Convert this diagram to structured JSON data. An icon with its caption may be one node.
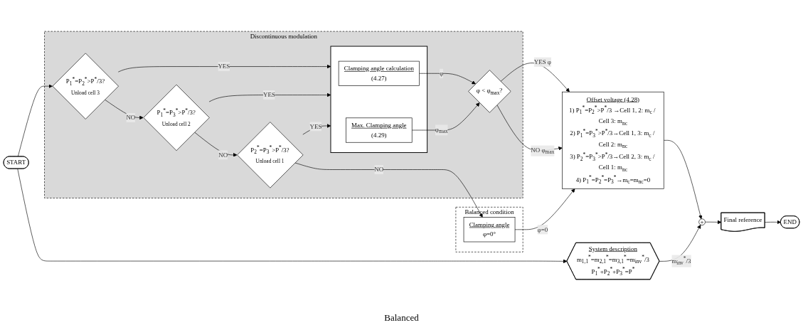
{
  "diagram": {
    "nodes": [
      {
        "text": [
          "Discontinuous modulation"
        ]
      },
      {
        "text": [
          "START"
        ]
      },
      {
        "text": [
          "System description",
          "m$_{1,1}$$^{*}$=m$_{2,1}$$^{*}$=m$_{3,1}$$^{*}$=m$_{inv}$$^{*}$/3",
          "P$_{1}$$^{*}$+P$_{2}$$^{*}$+P$_{3}$$^{*}$=P$^{*}$"
        ]
      },
      {
        "text": [
          "P$_{1}$$^{*}$=P$_{2}$$^{*}$>P$^{*}$/3?",
          "Unload cell 3"
        ],
        "in": 0
      },
      {
        "text": [
          "P$_{1}$$^{*}$=P$_{3}$$^{*}$>P$^{*}$/3?",
          "Unload cell 2"
        ],
        "in": 0
      },
      {
        "text": [
          "P$_{2}$$^{*}$=P$_{3}$$^{*}$>P$^{*}$/3?",
          "Unload cell 1"
        ],
        "in": 0
      },
      {
        "text": [],
        "shape": "box",
        "in": 0
      },
      {
        "text": [
          "Clamping angle calculation",
          "(4.27)"
        ],
        "in": 6
      },
      {
        "text": [
          "Max. Clamping angle",
          "(4.29)"
        ],
        "in": 6
      },
      {
        "text": [
          "φ < φ$_{max}$?"
        ],
        "in": 0
      },
      {
        "text": [
          "Balanced condition"
        ]
      },
      {
        "text": [
          "Clamping angle",
          "φ=0°"
        ],
        "in": 10
      },
      {
        "text": [
          "Offset voltage (4.28)",
          "1) P$_{1}$$^{*}$=P$_{2}$$^{*}$>P$^{*}$/3 →Cell 1, 2: m$_{c}$ / Cell 3: m$_{nc}$",
          "2) P$_{1}$$^{*}$=P$_{3}$$^{*}$>P$^{*}$/3→Cell 1, 3: m$_{c}$ / Cell 2: m$_{nc}$",
          "3) P$_{2}$$^{*}$=P$_{3}$$^{*}$>P$^{*}$/3→Cell 2, 3: m$_{c}$ / Cell 1: m$_{nc}$",
          "4) P$_{1}$$^{*}$=P$_{2}$$^{*}$=P$_{3}$$^{*}$→m$_{c}$=m$_{nc}$=0"
        ]
      },
      {
        "text": [
          "+"
        ]
      },
      {
        "text": [
          "Final reference"
        ]
      },
      {
        "text": [
          "END"
        ]
      }
    ],
    "edges": [
      {
        "from": 1,
        "to": 2,
        "arrow": "to"
      },
      {
        "from": 1,
        "to": 3,
        "arrow": "to"
      },
      {
        "from": 3,
        "to": 4,
        "arrow": "to",
        "label": "NO"
      },
      {
        "from": 4,
        "to": 5,
        "arrow": "to",
        "label": "NO"
      },
      {
        "from": 3,
        "to": 6,
        "arrow": "to",
        "label": "YES"
      },
      {
        "from": 4,
        "to": 6,
        "arrow": "to",
        "label": "YES"
      },
      {
        "from": 5,
        "to": 6,
        "arrow": "to",
        "label": "YES"
      },
      {
        "from": 7,
        "to": 9,
        "arrow": "to",
        "label": "φ"
      },
      {
        "from": 8,
        "to": 9,
        "arrow": "to",
        "label": "φ$_{max}$"
      },
      {
        "from": 9,
        "to": 12,
        "arrow": "to",
        "label": "YES φ"
      },
      {
        "from": 9,
        "to": 12,
        "arrow": "to",
        "label": "NO φ$_{max}$"
      },
      {
        "from": 5,
        "to": 11,
        "arrow": "to",
        "label": "NO"
      },
      {
        "from": 11,
        "to": 12,
        "arrow": "to",
        "label": "φ=0"
      },
      {
        "from": 12,
        "to": 13,
        "arrow": "to"
      },
      {
        "from": 2,
        "to": 13,
        "arrow": "to",
        "label": "m$_{inv}$$^{*}$/3"
      },
      {
        "from": 13,
        "to": 14,
        "arrow": "to"
      },
      {
        "from": 14,
        "to": 15,
        "arrow": "to"
      }
    ],
    "labels": [
      "Balanced"
    ]
  }
}
